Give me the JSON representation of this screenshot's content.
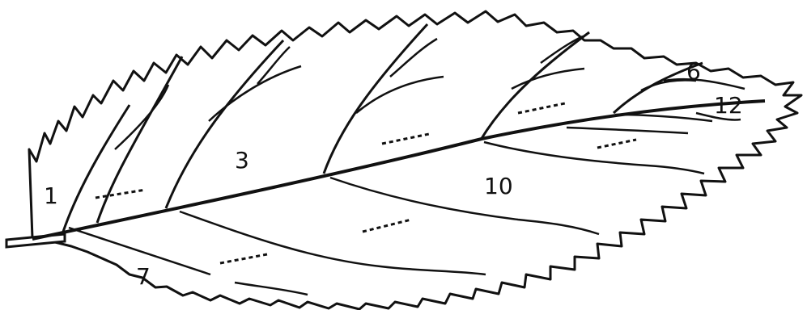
{
  "diagram": {
    "subject": "leaf",
    "labels": [
      {
        "id": "label-1",
        "text": "1"
      },
      {
        "id": "label-3",
        "text": "3"
      },
      {
        "id": "label-6",
        "text": "6"
      },
      {
        "id": "label-7",
        "text": "7"
      },
      {
        "id": "label-10",
        "text": "10"
      },
      {
        "id": "label-12",
        "text": "12"
      }
    ],
    "colors": {
      "stroke": "#111111",
      "background": "#ffffff"
    }
  }
}
